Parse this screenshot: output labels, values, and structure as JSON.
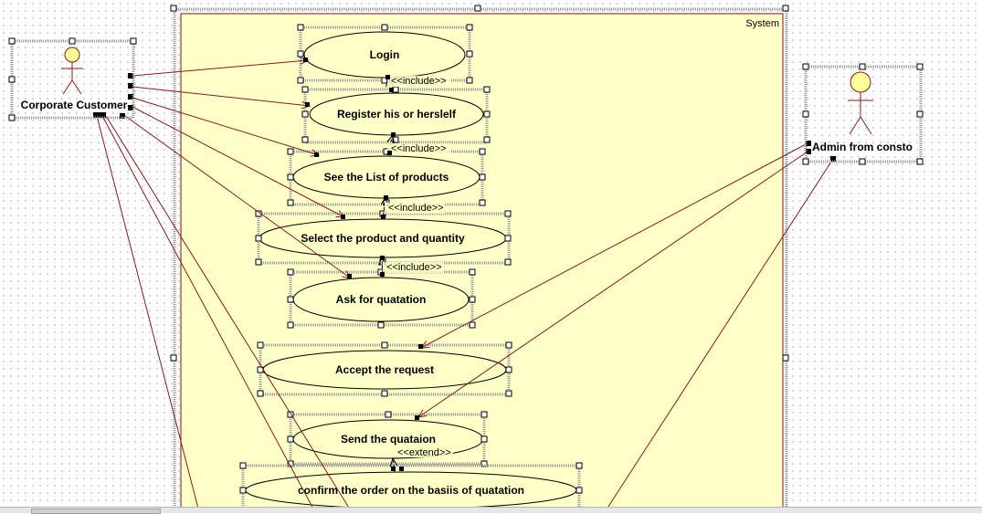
{
  "system": {
    "label": "System"
  },
  "actors": {
    "corporate_customer": "Corporate Customer",
    "admin": "Admin from consto"
  },
  "use_cases": {
    "login": "Login",
    "register": "Register his or herslelf",
    "see_list": "See the List of products",
    "select_product": "Select the product and quantity",
    "ask_quotation": "Ask for quatation",
    "accept_request": "Accept the request",
    "send_quotation": "Send the quataion",
    "confirm_order": "confirm the order on the basiis of quatation"
  },
  "relations": {
    "include_1": "<<include>>",
    "include_2": "<<include>>",
    "include_3": "<<include>>",
    "include_4": "<<include>>",
    "extend_1": "<<extend>>"
  },
  "colors": {
    "system_fill": "#ffffc8",
    "system_border": "#7f1010",
    "association": "#8b1a1a",
    "actor_fill": "#ffff99"
  }
}
